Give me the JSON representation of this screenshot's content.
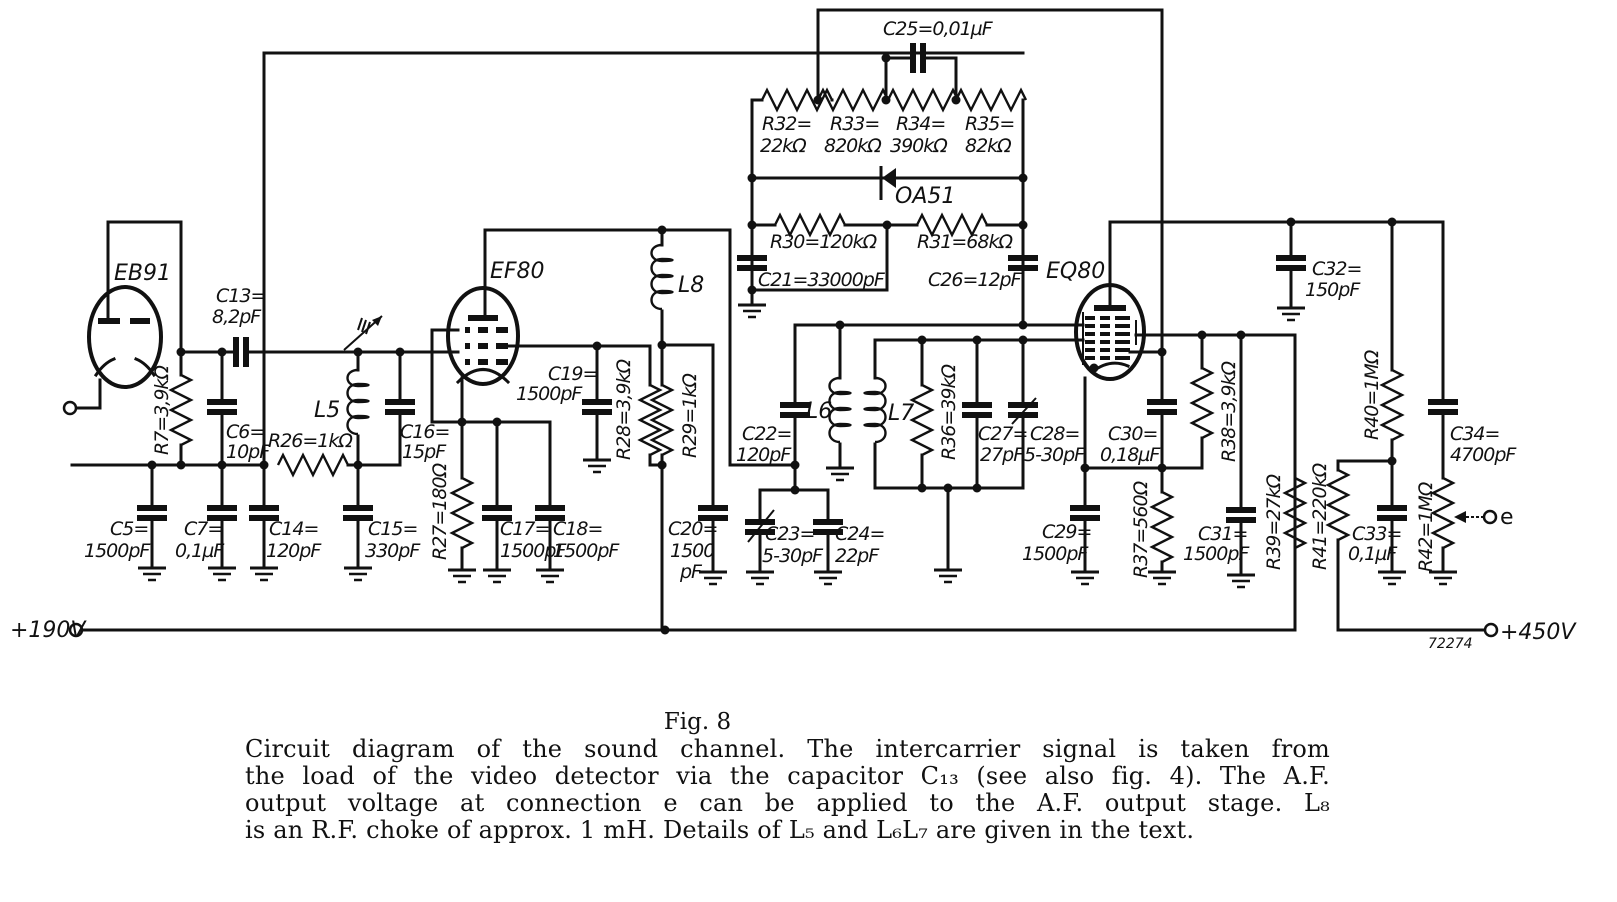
{
  "figure": {
    "title": "Fig. 8",
    "caption_lines": [
      "Circuit diagram of the sound channel. The intercarrier signal is taken from",
      "the load of the video detector via the capacitor C₁₃ (see also fig. 4). The A.F.",
      "output voltage at connection e can be applied to the A.F. output stage. L₈",
      "is an R.F. choke of approx. 1 mH. Details of L₅ and L₆L₇ are given in the text."
    ],
    "drawing_number": "72274"
  },
  "terminals": {
    "supply_190": "+190V",
    "supply_450": "+450V",
    "output_e": "e"
  },
  "tubes": {
    "eb91": "EB91",
    "ef80": "EF80",
    "eq80": "EQ80"
  },
  "diode": {
    "name": "OA51"
  },
  "components": {
    "R7": "R7=3,9kΩ",
    "R26": "R26=1kΩ",
    "R27": "R27=180Ω",
    "R28": "R28=3,9kΩ",
    "R29": "R29=1kΩ",
    "R30": "R30=120kΩ",
    "R31": "R31=68kΩ",
    "R32": [
      "R32=",
      "22kΩ"
    ],
    "R33": [
      "R33=",
      "820kΩ"
    ],
    "R34": [
      "R34=",
      "390kΩ"
    ],
    "R35": [
      "R35=",
      "82kΩ"
    ],
    "R36": "R36=39kΩ",
    "R37": "R37=560Ω",
    "R38": "R38=3,9kΩ",
    "R39": "R39=27kΩ",
    "R40": "R40=1MΩ",
    "R41": "R41=220kΩ",
    "R42": "R42=1MΩ",
    "C5": [
      "C5=",
      "1500pF"
    ],
    "C6": [
      "C6=",
      "10pF"
    ],
    "C7": [
      "C7=",
      "0,1µF"
    ],
    "C13": [
      "C13=",
      "8,2pF"
    ],
    "C14": [
      "C14=",
      "120pF"
    ],
    "C15": [
      "C15=",
      "330pF"
    ],
    "C16": [
      "C16=",
      "15pF"
    ],
    "C17": [
      "C17=",
      "1500pF"
    ],
    "C18": [
      "C18=",
      "1500pF"
    ],
    "C19": [
      "C19=",
      "1500pF"
    ],
    "C20": [
      "C20=",
      "1500",
      "pF"
    ],
    "C21": "C21=33000pF",
    "C22": [
      "C22=",
      "120pF"
    ],
    "C23": [
      "C23=",
      "5-30pF"
    ],
    "C24": [
      "C24=",
      "22pF"
    ],
    "C25": "C25=0,01µF",
    "C26": "C26=12pF",
    "C27": [
      "C27=",
      "27pF"
    ],
    "C28": [
      "C28=",
      "5-30pF"
    ],
    "C29": [
      "C29=",
      "1500pF"
    ],
    "C30": [
      "C30=",
      "0,18µF"
    ],
    "C31": [
      "C31=",
      "1500pF"
    ],
    "C32": [
      "C32=",
      "150pF"
    ],
    "C33": [
      "C33=",
      "0,1µF"
    ],
    "C34": [
      "C34=",
      "4700pF"
    ],
    "L5": "L5",
    "L6": "L6",
    "L7": "L7",
    "L8": "L8"
  }
}
